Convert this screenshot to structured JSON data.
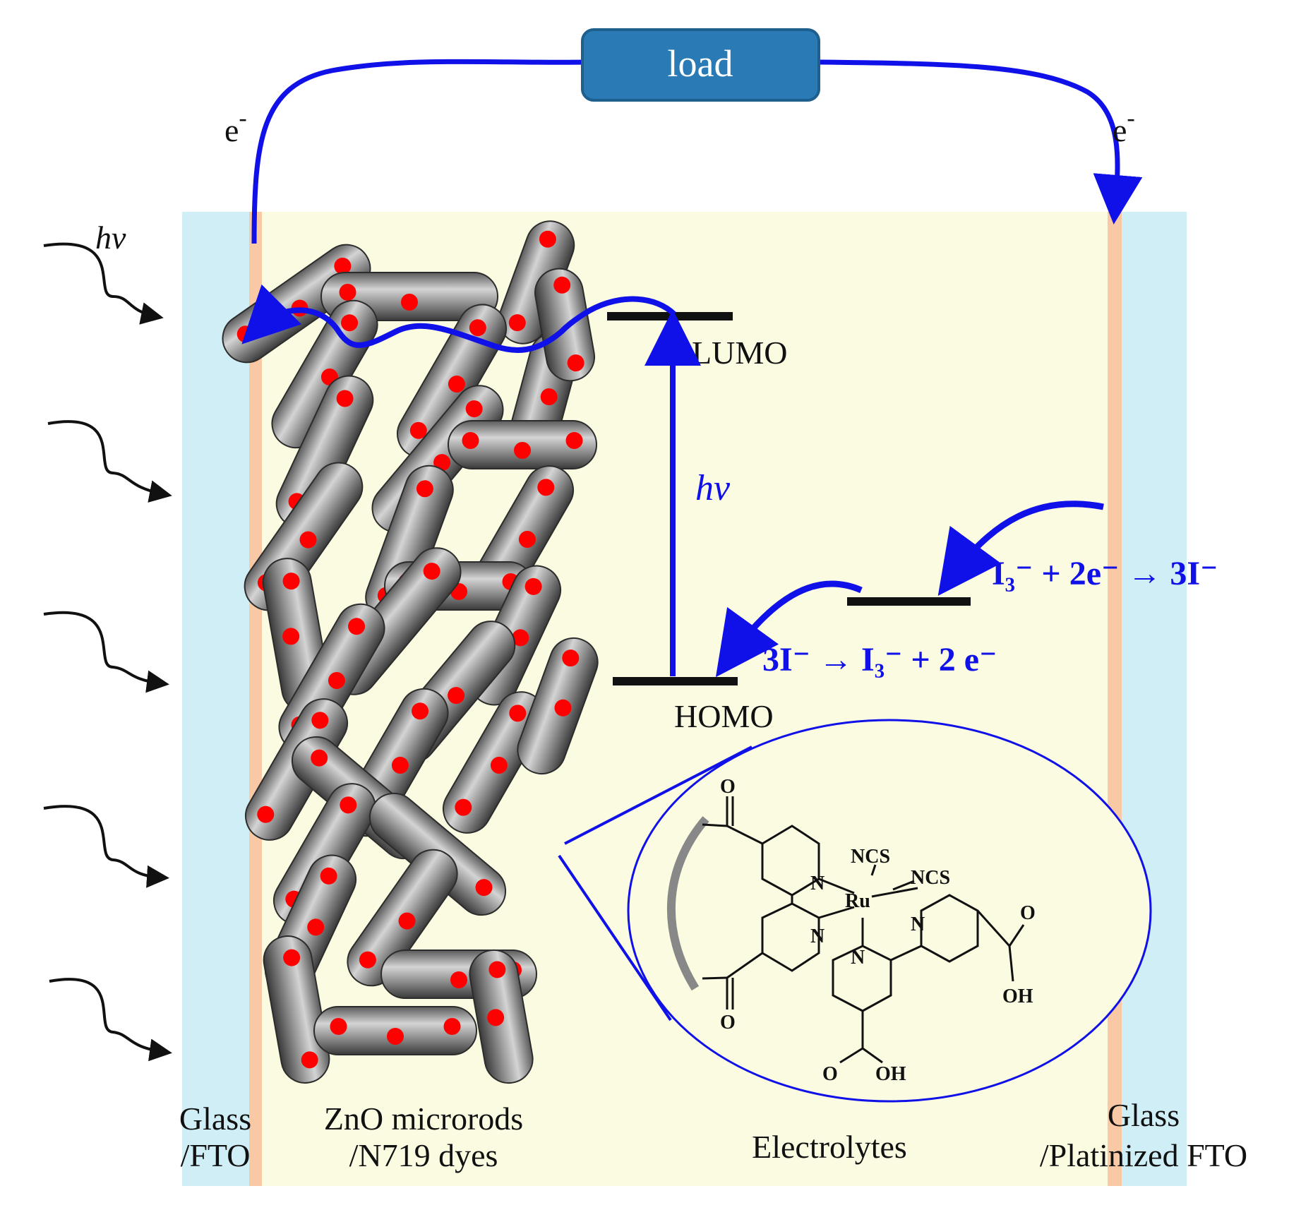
{
  "colors": {
    "glass": "#cfeef5",
    "fto": "#f8c9a4",
    "electrolyte": "#fbfbe2",
    "circuit": "#1010e8",
    "load_box": "#2a7bb5",
    "dye_dot": "#ff0000",
    "rod": "#8a8a8a"
  },
  "load": {
    "label": "load"
  },
  "electron_left": {
    "base": "e",
    "sup": "-"
  },
  "electron_right": {
    "base": "e",
    "sup": "-"
  },
  "photon": {
    "label": "hv"
  },
  "energy_levels": {
    "lumo": "LUMO",
    "homo": "HOMO",
    "excitation": "hv"
  },
  "reactions": {
    "reduction": "I₃⁻ + 2e⁻ → 3I⁻",
    "oxidation": "3I⁻ → I₃⁻ + 2 e⁻"
  },
  "layers": {
    "left_glass": [
      "Glass",
      "/FTO"
    ],
    "photoanode": [
      "ZnO microrods",
      "/N719 dyes"
    ],
    "electrolyte": "Electrolytes",
    "right_glass": [
      "Glass",
      "/Platinized FTO"
    ]
  },
  "molecule": {
    "metal": "Ru",
    "ligand1": "NCS",
    "ligand2": "NCS",
    "atoms": [
      "O",
      "O",
      "N",
      "N",
      "N",
      "N",
      "O",
      "OH",
      "O",
      "OH"
    ]
  }
}
